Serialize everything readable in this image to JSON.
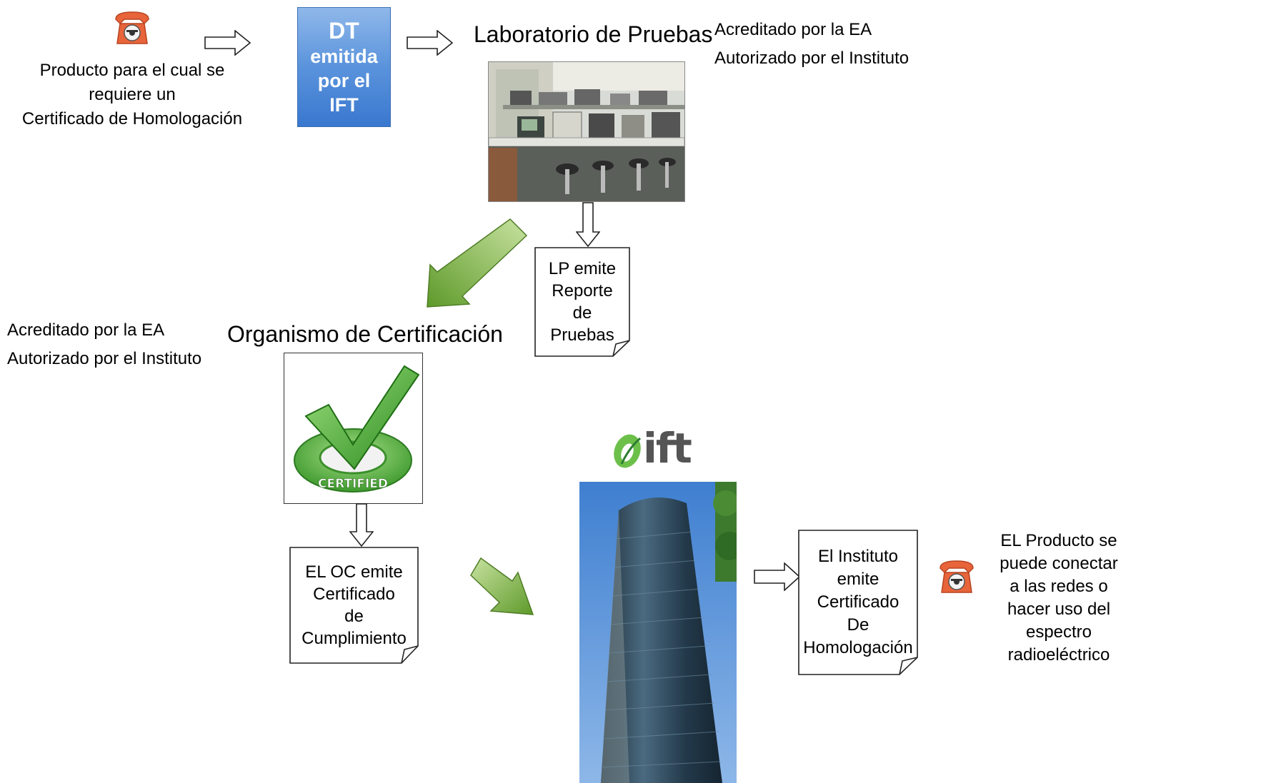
{
  "product_label": [
    "Producto para el cual se",
    "requiere un",
    "Certificado de Homologación"
  ],
  "dt_box": [
    "DT",
    "emitida",
    "por el",
    "IFT"
  ],
  "lab": {
    "title": "Laboratorio de Pruebas",
    "notes": [
      "Acreditado por la EA",
      "Autorizado por el Instituto"
    ],
    "report": [
      "LP emite",
      "Reporte",
      "de",
      "Pruebas"
    ]
  },
  "oc": {
    "title": "Organismo de Certificación",
    "notes": [
      "Acreditado por la EA",
      "Autorizado por el Instituto"
    ],
    "seal_text": "CERTIFIED",
    "certificate": [
      "EL OC emite",
      "Certificado",
      "de",
      "Cumplimiento"
    ]
  },
  "ift": {
    "logo_text": "ift",
    "certificate": [
      "El Instituto",
      "emite",
      "Certificado",
      "De",
      "Homologación"
    ]
  },
  "final_label": [
    "EL Producto se",
    "puede conectar",
    "a las redes o",
    "hacer uso del",
    "espectro",
    "radioeléctrico"
  ],
  "colors": {
    "phone": "#e8643a",
    "dt_box": "#4f8ad8",
    "green_arrow": "#7ab33f",
    "ift_green": "#6cc04a"
  }
}
